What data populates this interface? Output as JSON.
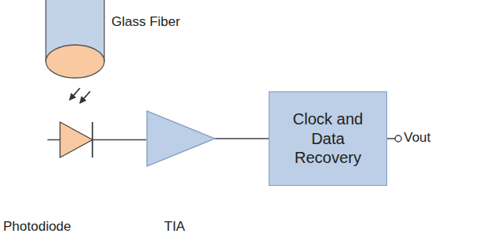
{
  "diagram": {
    "nodes": [
      {
        "text": [
          "Glass Fiber"
        ]
      },
      {
        "text": [
          "Photodiode"
        ]
      },
      {
        "text": [
          "TIA"
        ]
      },
      {
        "text": [
          "Clock and Data Recovery"
        ]
      }
    ],
    "edges": [
      {
        "from": 1,
        "to": 2,
        "arrow": "none"
      },
      {
        "from": 2,
        "to": 3,
        "arrow": "none"
      }
    ],
    "labels": [
      "Vout"
    ]
  }
}
